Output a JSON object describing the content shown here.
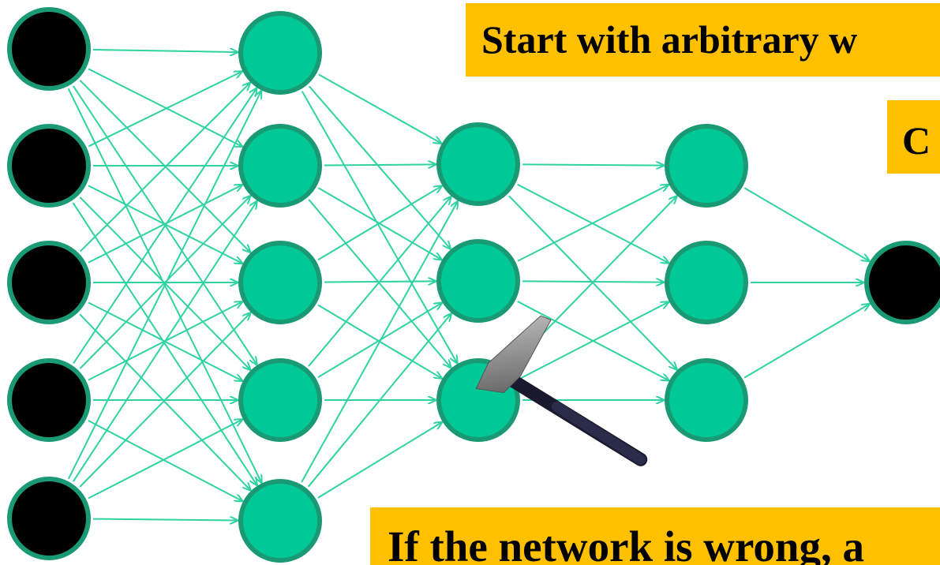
{
  "labels": {
    "top": "Start with arbitrary w",
    "middle": "C",
    "bottom": "If the network is wrong, a"
  },
  "colors": {
    "neuron_fill": "#00c896",
    "neuron_stroke": "#1a9a74",
    "io_fill": "#000000",
    "edge": "#2fd3a0",
    "label_bg": "#ffc000"
  },
  "layers": [
    {
      "name": "input",
      "size": 5
    },
    {
      "name": "hidden-1",
      "size": 5
    },
    {
      "name": "hidden-2",
      "size": 3
    },
    {
      "name": "hidden-3",
      "size": 3
    },
    {
      "name": "output",
      "size": 1
    }
  ],
  "icon": "hammer-icon"
}
